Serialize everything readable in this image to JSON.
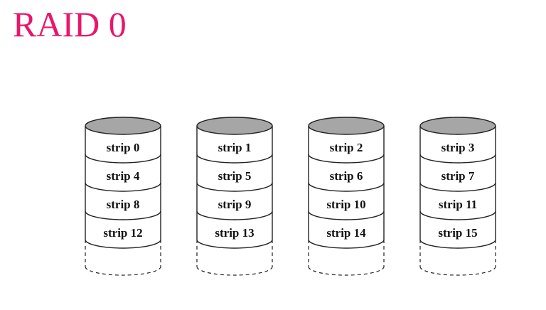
{
  "slide": {
    "title": "RAID 0",
    "title_color": "#e8176b"
  },
  "diagram": {
    "disk_top_fill": "#a6a6a6",
    "stroke_color": "#222222",
    "disks": [
      {
        "strips": [
          "strip 0",
          "strip 4",
          "strip 8",
          "strip 12"
        ]
      },
      {
        "strips": [
          "strip 1",
          "strip 5",
          "strip 9",
          "strip 13"
        ]
      },
      {
        "strips": [
          "strip 2",
          "strip 6",
          "strip 10",
          "strip 14"
        ]
      },
      {
        "strips": [
          "strip 3",
          "strip 7",
          "strip 11",
          "strip 15"
        ]
      }
    ]
  }
}
